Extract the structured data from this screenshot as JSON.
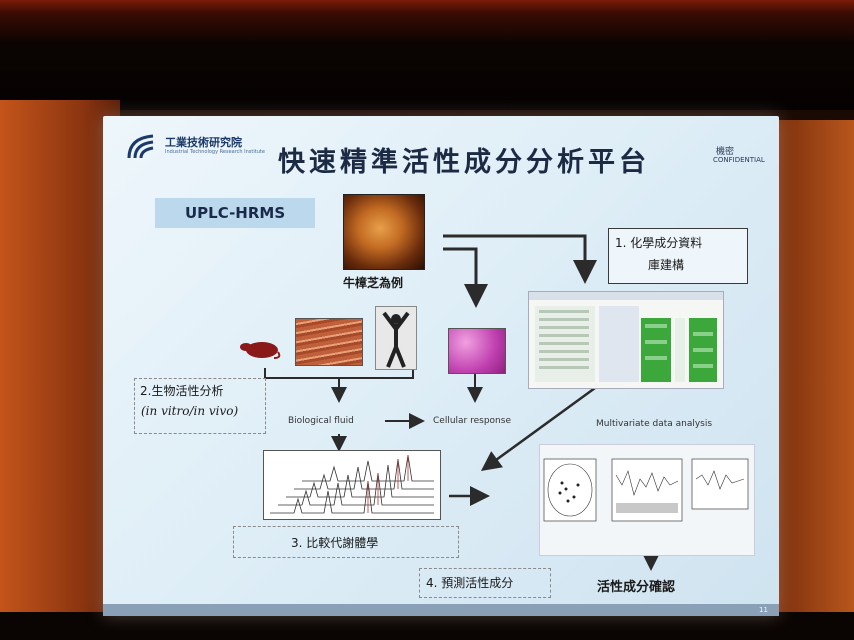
{
  "slide": {
    "title": "快速精準活性成分分析平台",
    "org": {
      "name": "工業技術研究院",
      "subtitle": "Industrial Technology Research Institute"
    },
    "confidential": {
      "line1": "機密",
      "line2": "CONFIDENTIAL"
    },
    "uplc_label": "UPLC-HRMS",
    "sample_label": "牛樟芝為例",
    "box1": {
      "line1": "1. 化學成分資料",
      "line2": "庫建構"
    },
    "box2": {
      "line1": "2.生物活性分析",
      "line2": "(in vitro/in vivo)"
    },
    "box3": "3. 比較代謝體學",
    "box4": "4. 預測活性成分",
    "biological_fluid": "Biological fluid",
    "cellular_response": "Cellular response",
    "mva": "Multivariate data analysis",
    "result": "活性成分確認",
    "page_number": "11",
    "colors": {
      "arrow": "#2b2b2b",
      "box_border": "#3a3a3a",
      "accent": "#1b3a6b"
    }
  }
}
